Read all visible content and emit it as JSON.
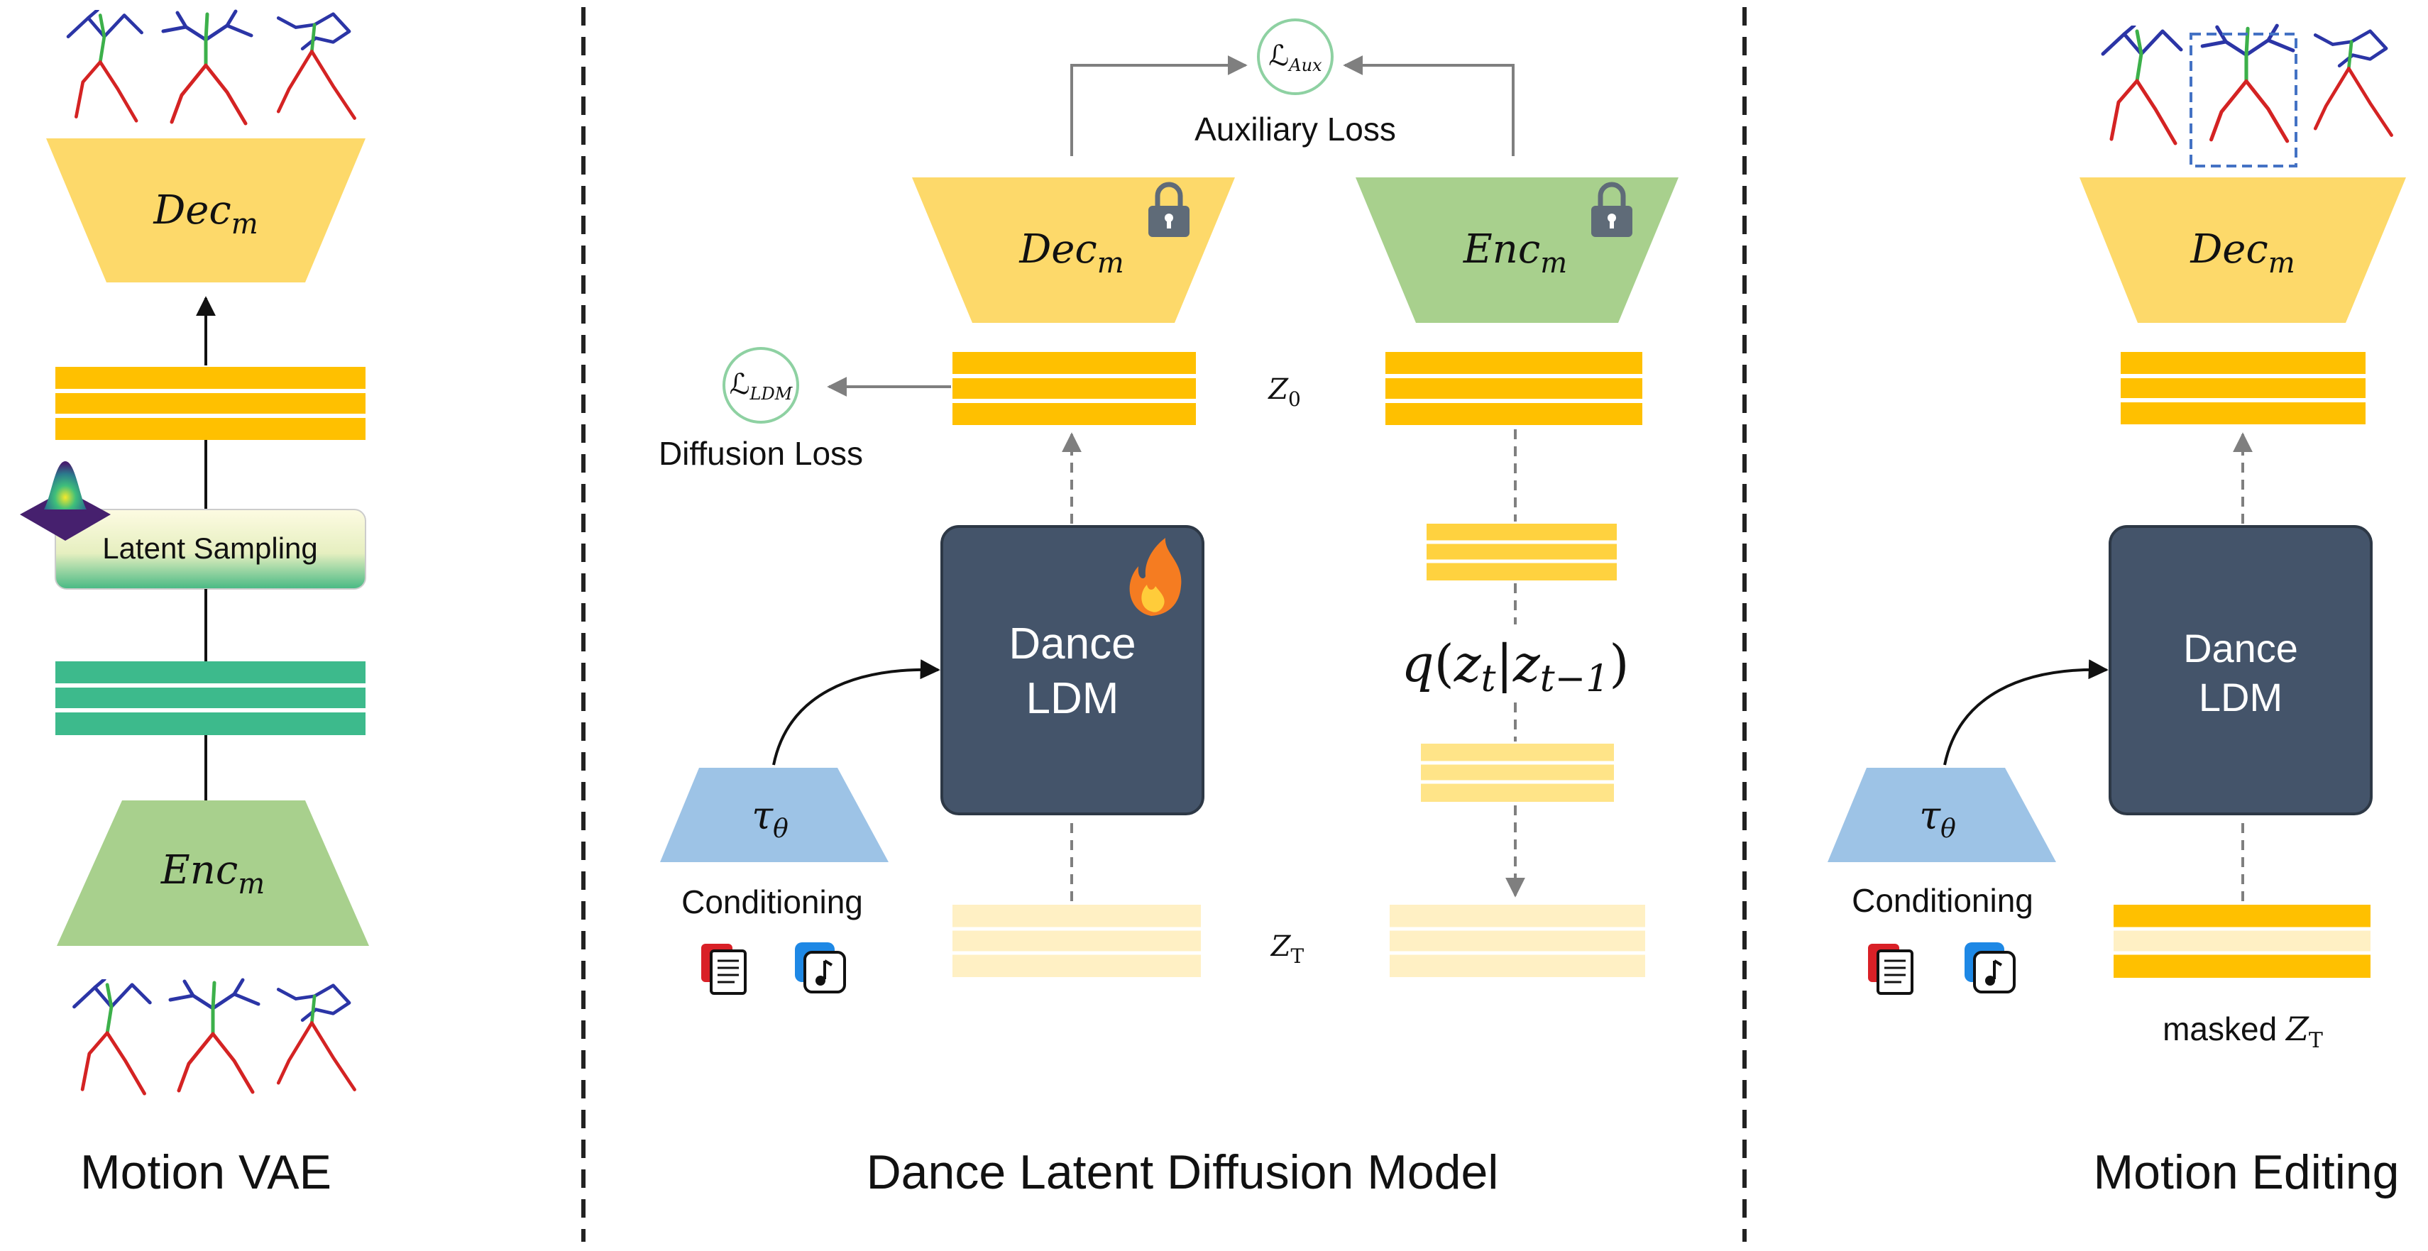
{
  "sections": {
    "vae": {
      "title": "Motion VAE",
      "decoder": {
        "name": "Dec",
        "sub": "m"
      },
      "encoder": {
        "name": "Enc",
        "sub": "m"
      },
      "latent_sampling": "Latent Sampling"
    },
    "ldm": {
      "title": "Dance Latent Diffusion Model",
      "decoder": {
        "name": "Dec",
        "sub": "m"
      },
      "encoder": {
        "name": "Enc",
        "sub": "m"
      },
      "aux_loss": {
        "symbol": "ℒ",
        "sub": "Aux",
        "label": "Auxiliary Loss"
      },
      "ldm_loss": {
        "symbol": "ℒ",
        "sub": "LDM",
        "label": "Diffusion Loss"
      },
      "model_line1": "Dance",
      "model_line2": "LDM",
      "conditioning_symbol": "τ",
      "conditioning_sub": "θ",
      "conditioning_label": "Conditioning",
      "z0": {
        "base": "Z",
        "sub": "0"
      },
      "zT": {
        "base": "Z",
        "sub": "T"
      },
      "forward_process": {
        "q": "q",
        "open": "(",
        "zt": "z",
        "t": "t",
        "bar": "|",
        "zt1": "z",
        "t1": "t−1",
        "close": ")"
      }
    },
    "editing": {
      "title": "Motion Editing",
      "decoder": {
        "name": "Dec",
        "sub": "m"
      },
      "model_line1": "Dance",
      "model_line2": "LDM",
      "conditioning_symbol": "τ",
      "conditioning_sub": "θ",
      "conditioning_label": "Conditioning",
      "masked_prefix": "masked ",
      "masked_base": "Z",
      "masked_sub": "T"
    }
  },
  "colors": {
    "decoder": "#fdd96a",
    "encoder": "#a8d08d",
    "conditioning": "#9dc3e6",
    "latent_gold": "#ffc000",
    "latent_green": "#3dba8c",
    "latent_pale": "#fff0c4",
    "model_box": "#44546a",
    "divider": "#222222",
    "arrow_gray": "#7f7f7f",
    "skeleton_blue": "#2b35a6",
    "skeleton_green": "#3cb04a",
    "skeleton_red": "#d42323"
  },
  "icons": [
    "lock-icon",
    "fire-icon",
    "text-document-icon",
    "music-note-icon",
    "gaussian-surface-icon",
    "dance-skeleton-icon"
  ]
}
